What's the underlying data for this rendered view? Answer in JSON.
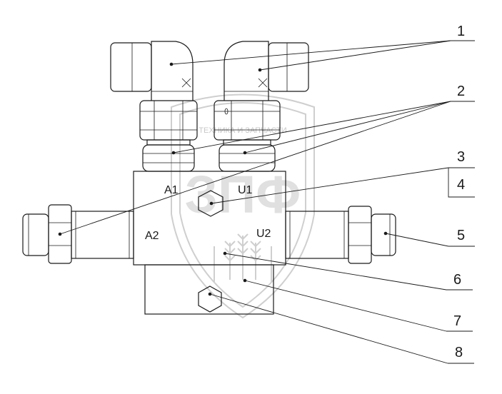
{
  "diagram": {
    "callouts": [
      {
        "id": "1",
        "label": "1"
      },
      {
        "id": "2",
        "label": "2"
      },
      {
        "id": "3",
        "label": "3"
      },
      {
        "id": "4",
        "label": "4"
      },
      {
        "id": "5",
        "label": "5"
      },
      {
        "id": "6",
        "label": "6"
      },
      {
        "id": "7",
        "label": "7"
      },
      {
        "id": "8",
        "label": "8"
      }
    ],
    "ports": {
      "a1": "A1",
      "u1": "U1",
      "a2": "A2",
      "u2": "U2"
    },
    "watermark": {
      "top_text": "ТЕХНИКА И ЗАПЧАСТИ",
      "logo_text": "ЗПФ"
    }
  }
}
